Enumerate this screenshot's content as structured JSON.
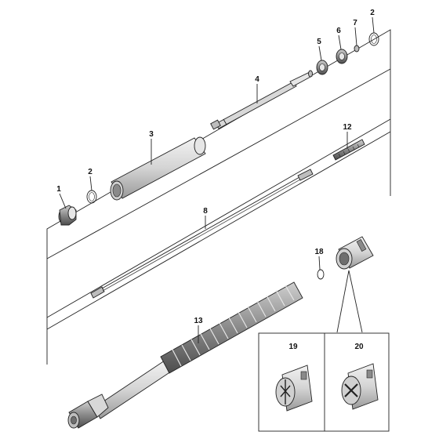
{
  "colors": {
    "line": "#222222",
    "part_light": "#e6e6e6",
    "part_mid": "#bdbdbd",
    "part_dark": "#6e6e6e",
    "background": "#ffffff"
  },
  "callouts": {
    "c1": "1",
    "c2a": "2",
    "c2b": "2",
    "c3": "3",
    "c4": "4",
    "c5": "5",
    "c6": "6",
    "c7": "7",
    "c8": "8",
    "c12": "12",
    "c13": "13",
    "c18": "18",
    "c19": "19",
    "c20": "20"
  }
}
